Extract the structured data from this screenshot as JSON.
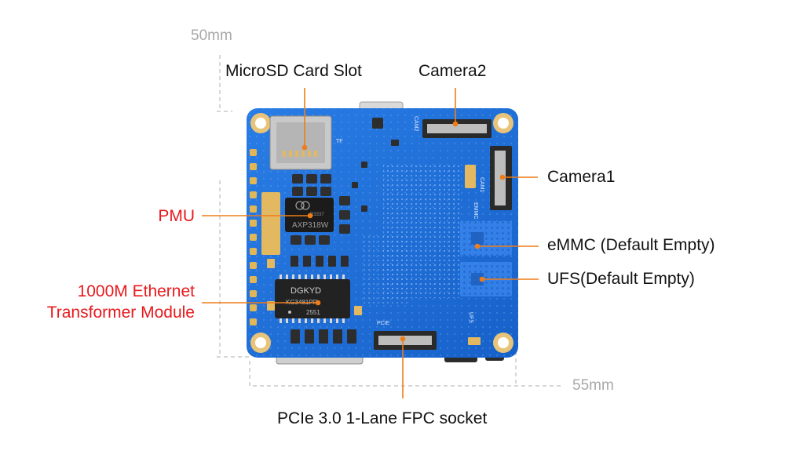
{
  "dimensions": {
    "height": "50mm",
    "width": "55mm"
  },
  "labels": {
    "microsd": "MicroSD Card Slot",
    "camera2": "Camera2",
    "camera1": "Camera1",
    "pmu": "PMU",
    "emmc": "eMMC (Default Empty)",
    "ufs": "UFS(Default Empty)",
    "ethernet_line1": "1000M Ethernet",
    "ethernet_line2": "Transformer Module",
    "pcie": "PCIe 3.0 1-Lane FPC socket"
  },
  "silkscreen": {
    "pmu_chip": "AXP318W",
    "pmu_chip_code": "R3337",
    "eth_chip_brand": "DGKYD",
    "eth_chip_part": "KG3481PR",
    "eth_chip_lot": "2551",
    "cam1_mark": "CAM1",
    "cam2_mark": "CAM2",
    "pcie_mark": "PCIE",
    "emmc_mark": "EMMC",
    "ufs_mark": "UFS",
    "tf_mark": "TF"
  },
  "colors": {
    "label_text": "#111111",
    "highlight_text": "#e8191d",
    "dimension_text": "#a8a8a8",
    "callout_line": "#ef7d1a",
    "board": "#1c6fd6",
    "board_light": "#3d8af0",
    "pad_gold": "#e2b860"
  }
}
